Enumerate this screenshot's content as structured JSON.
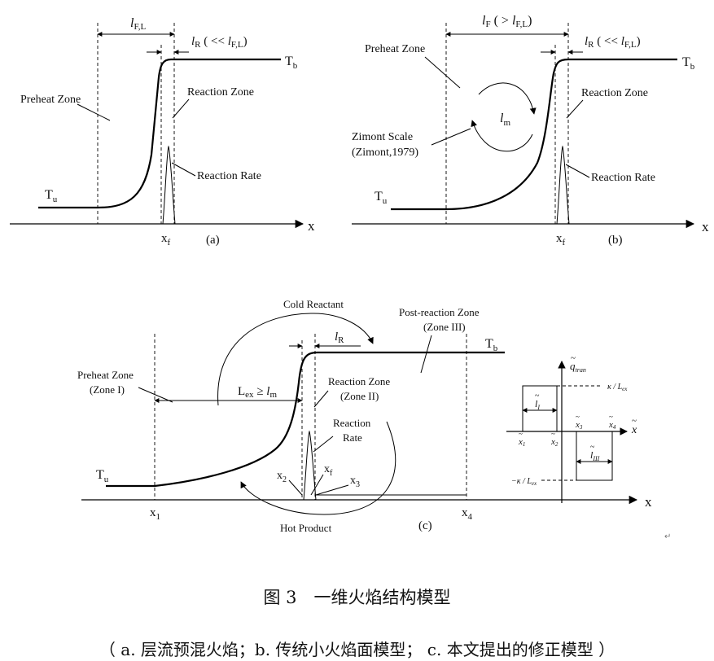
{
  "panel_a": {
    "l_fl": "l",
    "l_fl_sub": "F,L",
    "l_r_main": "l",
    "l_r_sub": "R",
    "l_r_paren_open": " ( << ",
    "l_r_paren_l": "l",
    "l_r_paren_sub": "F,L",
    "l_r_paren_close": ")",
    "t_b": "T",
    "t_b_sub": "b",
    "t_u": "T",
    "t_u_sub": "u",
    "preheat": "Preheat Zone",
    "reaction_zone": "Reaction Zone",
    "reaction_rate": "Reaction Rate",
    "x_f": "x",
    "x_f_sub": "f",
    "axis_x": "x",
    "label": "(a)"
  },
  "panel_b": {
    "l_f": "l",
    "l_f_sub": "F",
    "l_f_paren_open": " ( > ",
    "l_f_paren_l": "l",
    "l_f_paren_sub": "F,L",
    "l_f_paren_close": ")",
    "l_r_main": "l",
    "l_r_sub": "R",
    "l_r_paren_open": " ( << ",
    "l_r_paren_l": "l",
    "l_r_paren_sub": "F,L",
    "l_r_paren_close": ")",
    "t_b": "T",
    "t_b_sub": "b",
    "t_u": "T",
    "t_u_sub": "u",
    "preheat": "Preheat Zone",
    "reaction_zone": "Reaction Zone",
    "reaction_rate": "Reaction Rate",
    "zimont_1": "Zimont Scale",
    "zimont_2": "(Zimont,1979)",
    "l_m": "l",
    "l_m_sub": "m",
    "x_f": "x",
    "x_f_sub": "f",
    "axis_x": "x",
    "label": "(b)"
  },
  "panel_c": {
    "cold_reactant": "Cold Reactant",
    "post_zone_1": "Post-reaction Zone",
    "post_zone_2": "(Zone III)",
    "l_r": "l",
    "l_r_sub": "R",
    "t_b": "T",
    "t_b_sub": "b",
    "t_u": "T",
    "t_u_sub": "u",
    "preheat_1": "Preheat Zone",
    "preheat_2": "(Zone I)",
    "l_ex": "L",
    "l_ex_sub": "ex",
    "geq": " ≥ ",
    "l_m": "l",
    "l_m_sub": "m",
    "reaction_zone_1": "Reaction Zone",
    "reaction_zone_2": "(Zone II)",
    "reaction_1": "Reaction",
    "reaction_2": "Rate",
    "x_1": "x",
    "x_1_sub": "1",
    "x_2": "x",
    "x_2_sub": "2",
    "x_3": "x",
    "x_3_sub": "3",
    "x_4": "x",
    "x_4_sub": "4",
    "x_f": "x",
    "x_f_sub": "f",
    "hot_product": "Hot Product",
    "axis_x": "x",
    "label": "(c)"
  },
  "inset": {
    "q_axis": "q",
    "q_sub": "tran",
    "kappa_pos": "κ / ",
    "kappa_pos_L": "L",
    "kappa_pos_sub": "ex",
    "kappa_neg": "−κ / ",
    "kappa_neg_L": "L",
    "kappa_neg_sub": "ex",
    "l_i": "l",
    "l_i_sub": "I",
    "l_iii": "l",
    "l_iii_sub": "III",
    "x1": "x",
    "x1_sub": "1",
    "x2": "x",
    "x2_sub": "2",
    "x3": "x",
    "x3_sub": "3",
    "x4": "x",
    "x4_sub": "4",
    "x_axis": "x",
    "tilde": "~"
  },
  "marks": {
    "return_mark": "↵"
  },
  "caption": {
    "title": "图 3　一维火焰结构模型",
    "subtitle": "（  a. 层流预混火焰；b. 传统小火焰面模型；  c. 本文提出的修正模型  ）"
  }
}
